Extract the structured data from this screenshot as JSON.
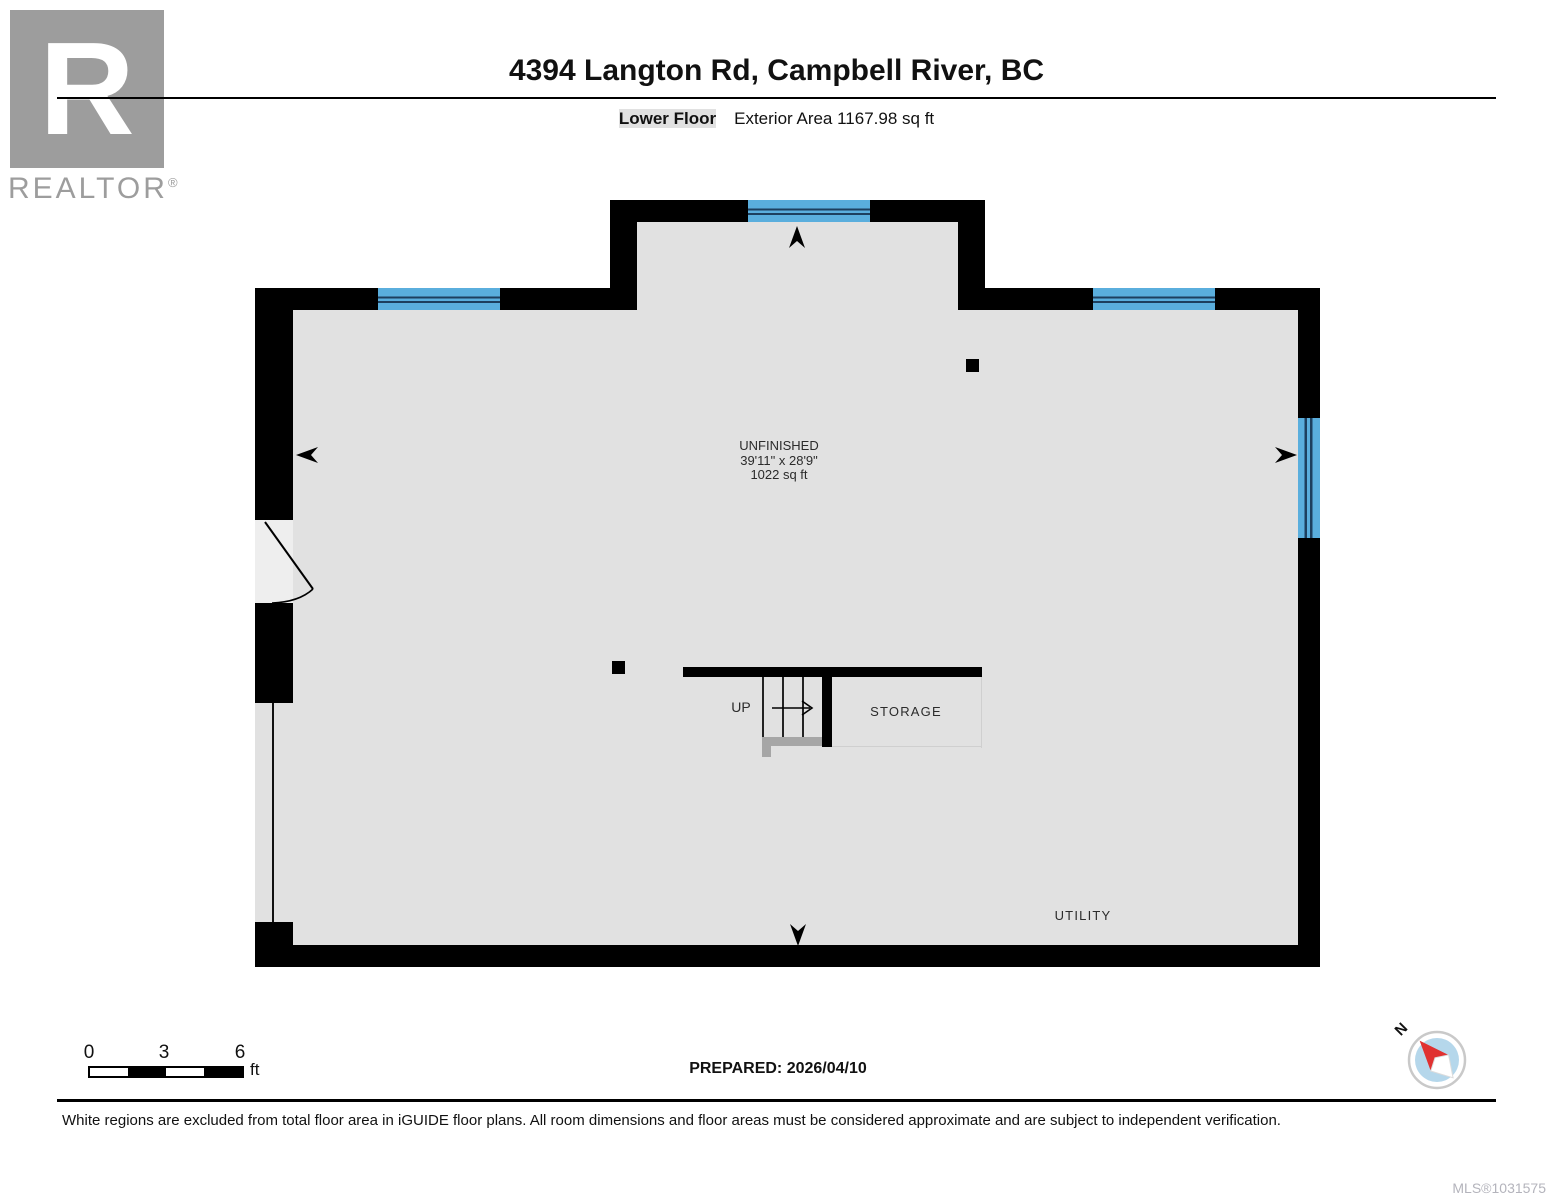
{
  "header": {
    "logo": {
      "letter": "R",
      "brand": "REALTOR",
      "registered": "®"
    },
    "title": "4394 Langton Rd, Campbell River, BC",
    "floor_label": "Lower Floor",
    "area_label": "Exterior Area 1167.98 sq ft"
  },
  "plan": {
    "unfinished": {
      "name": "UNFINISHED",
      "dimensions": "39'11\" x 28'9\"",
      "area": "1022 sq ft"
    },
    "up_label": "UP",
    "storage_label": "STORAGE",
    "utility_label": "UTILITY"
  },
  "footer": {
    "scale": {
      "tick_0": "0",
      "tick_3": "3",
      "tick_6": "6",
      "unit": "ft"
    },
    "prepared": "PREPARED: 2026/04/10",
    "compass_north": "N",
    "disclaimer": "White regions are excluded from total floor area in iGUIDE floor plans. All room dimensions and floor areas must be considered approximate and are subject to independent verification.",
    "mls": "MLS®1031575"
  },
  "colors": {
    "wall": "#000000",
    "floor": "#e1e1e1",
    "window_fill": "#5aaedd",
    "window_mullion": "#1d3f5e",
    "logo_gray": "#9d9d9d",
    "compass_face": "#b5d7eb",
    "compass_needle": "#e03131"
  }
}
